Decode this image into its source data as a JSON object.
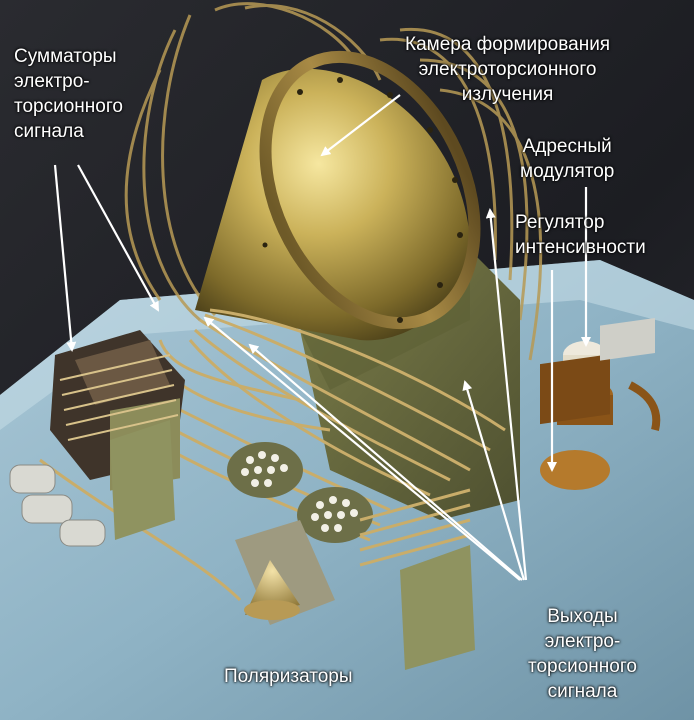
{
  "labels": {
    "summators": [
      "Сумматоры",
      "электро-",
      "торсионного",
      "сигнала"
    ],
    "chamber": [
      "Камера формирования",
      "электроторсионного",
      "излучения"
    ],
    "address_modulator": [
      "Адресный",
      "модулятор"
    ],
    "intensity_regulator": [
      "Регулятор",
      "интенсивности"
    ],
    "outputs": [
      "Выходы",
      "электро-",
      "торсионного",
      "сигнала"
    ],
    "polarizers": "Поляризаторы"
  }
}
